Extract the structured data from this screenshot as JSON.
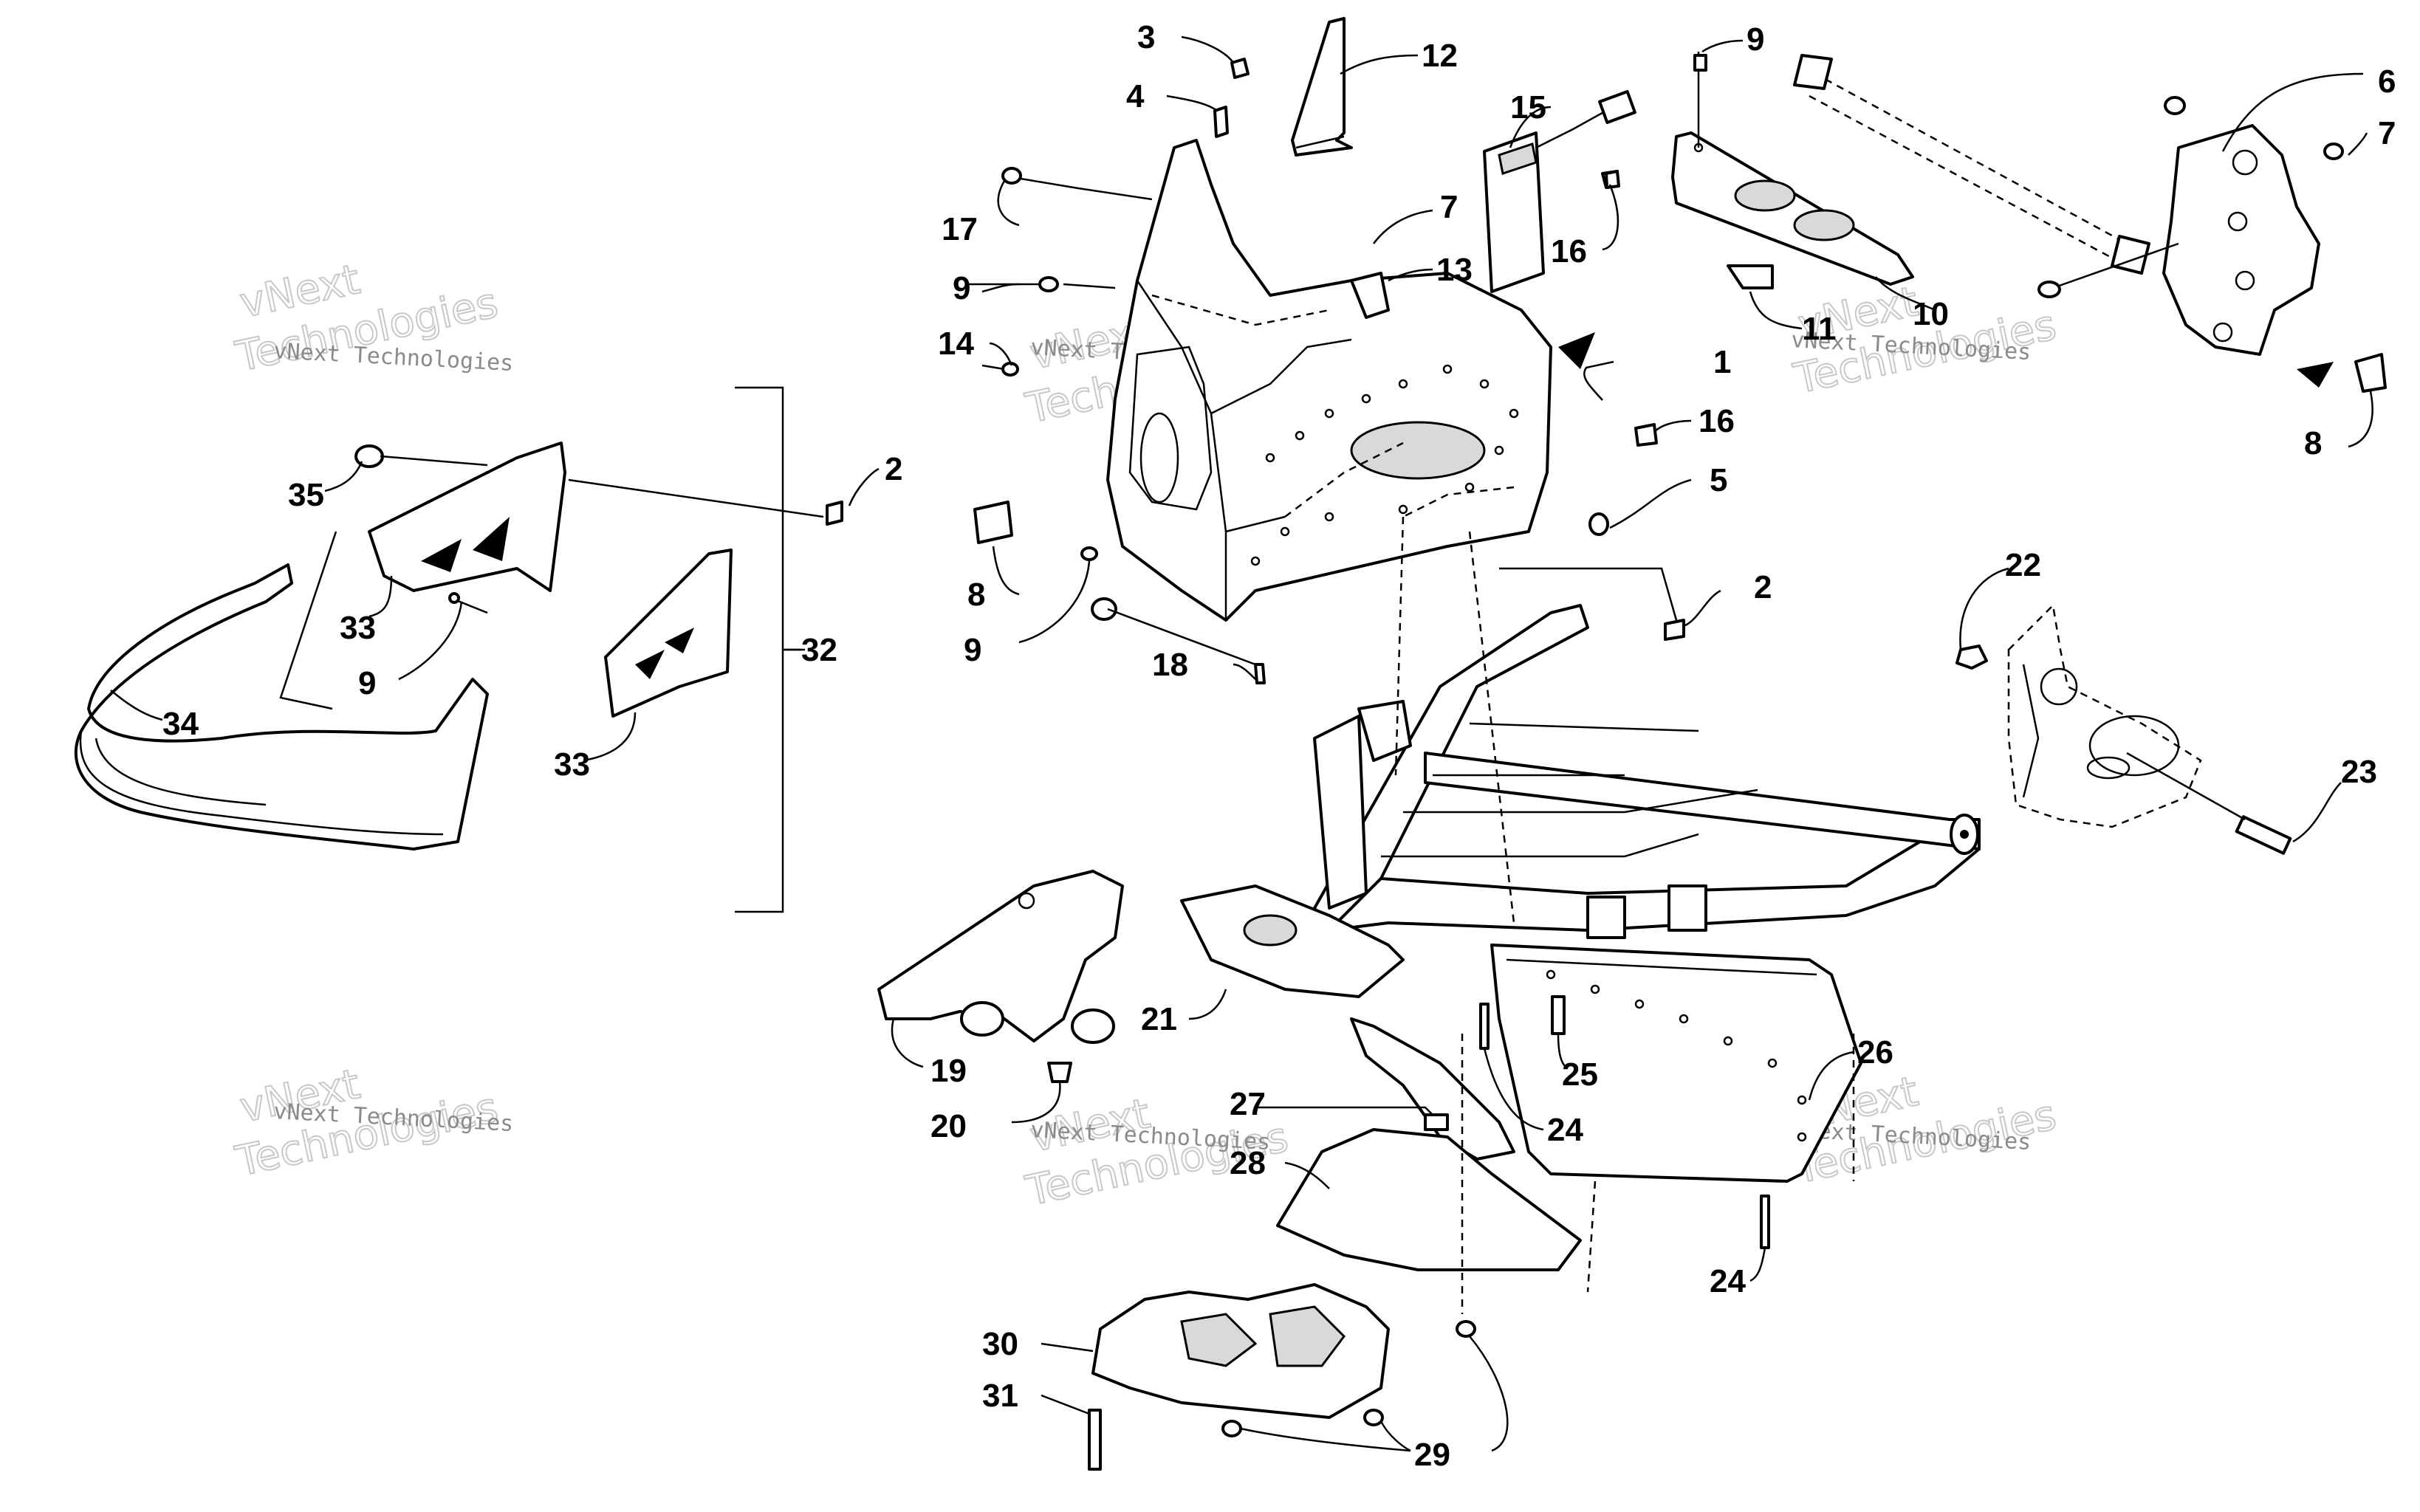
{
  "watermark": {
    "line1": "vNext Technologies",
    "line2": "vNext",
    "line3": "Technologies"
  },
  "callouts": [
    "1",
    "2",
    "3",
    "4",
    "5",
    "6",
    "7",
    "8",
    "9",
    "10",
    "11",
    "12",
    "13",
    "14",
    "15",
    "16",
    "17",
    "18",
    "19",
    "20",
    "21",
    "22",
    "23",
    "24",
    "25",
    "26",
    "27",
    "28",
    "29",
    "30",
    "31",
    "32",
    "33",
    "34",
    "35"
  ],
  "labels": {
    "l1": "1",
    "l2a": "2",
    "l2b": "2",
    "l3": "3",
    "l4": "4",
    "l5": "5",
    "l6": "6",
    "l7a": "7",
    "l7b": "7",
    "l8a": "8",
    "l8b": "8",
    "l9a": "9",
    "l9b": "9",
    "l9c": "9",
    "l9d": "9",
    "l10": "10",
    "l11": "11",
    "l12": "12",
    "l13": "13",
    "l14": "14",
    "l15": "15",
    "l16a": "16",
    "l16b": "16",
    "l17": "17",
    "l18": "18",
    "l19": "19",
    "l20": "20",
    "l21": "21",
    "l22": "22",
    "l23": "23",
    "l24a": "24",
    "l24b": "24",
    "l25": "25",
    "l26": "26",
    "l27": "27",
    "l28": "28",
    "l29": "29",
    "l30": "30",
    "l31": "31",
    "l32": "32",
    "l33a": "33",
    "l33b": "33",
    "l34": "34",
    "l35": "35"
  }
}
